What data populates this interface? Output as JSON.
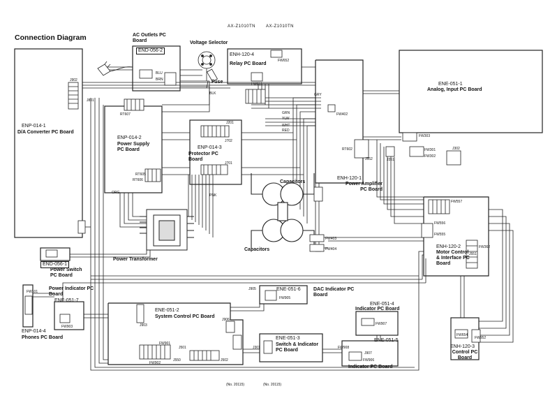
{
  "header": {
    "model_left": "AX-Z1010TN",
    "model_right": "AX-Z1010TN"
  },
  "title": "Connection Diagram",
  "footer": {
    "no_left": "(No. 20115)",
    "no_right": "(No. 20115)"
  },
  "boards": {
    "da_converter": {
      "code": "ENP-014-1",
      "name": "D/A Converter PC Board"
    },
    "ac_outlets": {
      "name": "AC Outlets PC Board",
      "code": "END-056-2"
    },
    "voltage_selector": {
      "name": "Voltage Selector"
    },
    "fuse": {
      "name": "Fuse"
    },
    "relay": {
      "code": "ENH-120-4",
      "name": "Relay PC Board"
    },
    "analog_input": {
      "code": "ENE-051-1",
      "name": "Analog, Input PC Board"
    },
    "power_supply": {
      "code": "ENP-014-2",
      "name": "Power Supply PC Board"
    },
    "protector": {
      "code": "ENP-014-3",
      "name": "Protector PC Board"
    },
    "capacitors_top": {
      "name": "Capacitors"
    },
    "capacitors_bottom": {
      "name": "Capacitors"
    },
    "power_amplifier": {
      "code": "ENH-120-1",
      "name": "Power Amplifier PC Board"
    },
    "motor_control": {
      "code": "ENH-120-2",
      "name": "Motor Control & Interface PC Board"
    },
    "power_switch": {
      "code": "END-056-1",
      "name": "Power Switch PC Board"
    },
    "power_transformer": {
      "name": "Power Transformer"
    },
    "power_indicator": {
      "name": "Power Indicator PC Board",
      "code": "ENE-051-7"
    },
    "phones": {
      "code": "ENP-014-4",
      "name": "Phones PC Board"
    },
    "dac_indicator": {
      "code": "ENE-051-6",
      "name": "DAC Indicator PC Board"
    },
    "system_control": {
      "code": "ENE-051-2",
      "name": "System Control PC Board"
    },
    "switch_indicator": {
      "code": "ENE-051-3",
      "name": "Switch & Indicator PC Board"
    },
    "indicator_top": {
      "code": "ENE-051-4",
      "name": "Indicator PC Board"
    },
    "indicator_bottom": {
      "code": "ENE-051-5",
      "name": "Indicator PC Board"
    },
    "control": {
      "code": "ENH-120-3",
      "name": "Control PC Board"
    }
  },
  "connectors": [
    "J902",
    "FW652",
    "FW651",
    "J801",
    "RT607",
    "RT605",
    "RT606",
    "RT602",
    "J552",
    "FW303",
    "FW301",
    "FW302",
    "J302",
    "J351",
    "FW557",
    "FW556",
    "FW555",
    "J201",
    "J702",
    "J701",
    "FW403",
    "FW404",
    "FW402",
    "J551",
    "FW362",
    "J905",
    "FW905",
    "J903",
    "FW903",
    "FW101",
    "FW907",
    "J907",
    "FW906",
    "FW901",
    "FW902",
    "J501",
    "J550",
    "J906",
    "J301",
    "J502",
    "FW908",
    "FW654",
    "FW952"
  ],
  "wire_colors": [
    "BLU",
    "BRN",
    "BLK",
    "GRN",
    "WHT",
    "RED",
    "YLW",
    "GRY",
    "ORG",
    "PNK"
  ]
}
